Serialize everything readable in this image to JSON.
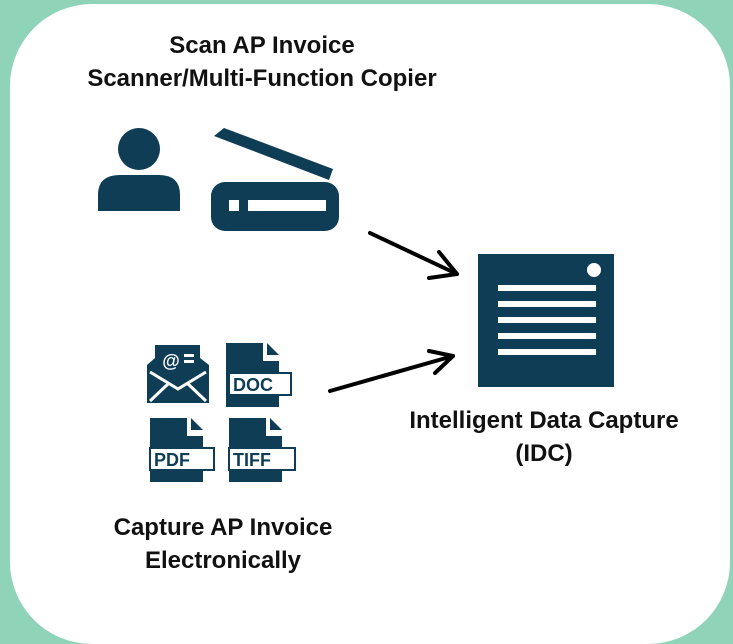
{
  "colors": {
    "background": "#8fd3b8",
    "card": "#ffffff",
    "icon": "#0e3d55",
    "text": "#111111"
  },
  "scan_source": {
    "title": "Scan AP Invoice",
    "subtitle": "Scanner/Multi-Function Copier",
    "icons": [
      "person-icon",
      "scanner-icon"
    ]
  },
  "electronic_source": {
    "title_line1": "Capture AP Invoice",
    "title_line2": "Electronically",
    "icons": [
      "email-icon",
      "doc-file-icon",
      "pdf-file-icon",
      "tiff-file-icon"
    ],
    "file_labels": {
      "doc": "DOC",
      "pdf": "PDF",
      "tiff": "TIFF",
      "email_symbol": "@"
    }
  },
  "target": {
    "title_line1": "Intelligent Data Capture",
    "title_line2": "(IDC)",
    "icon": "document-window-icon"
  },
  "flows": [
    {
      "from": "scan_source",
      "to": "target"
    },
    {
      "from": "electronic_source",
      "to": "target"
    }
  ]
}
